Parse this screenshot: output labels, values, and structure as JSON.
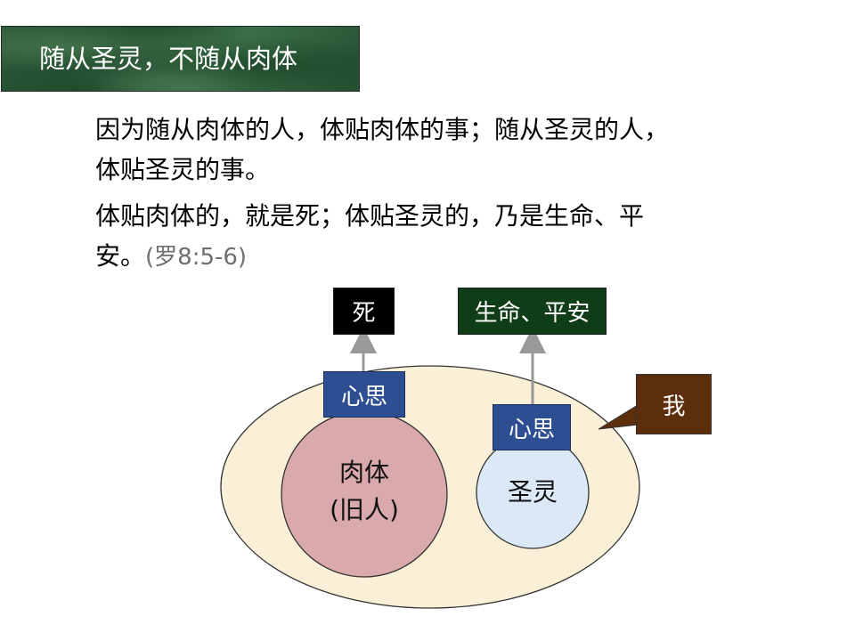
{
  "title": "随从圣灵，不随从肉体",
  "verse": {
    "line1": "因为随从肉体的人，体贴肉体的事；随从圣灵的人，",
    "line2": "体贴圣灵的事。",
    "line3": "体贴肉体的，就是死；体贴圣灵的，乃是生命、平",
    "line4_text": "安。",
    "line4_ref": "(罗8:5-6)"
  },
  "diagram": {
    "death_label": "死",
    "life_label": "生命、平安",
    "self_label": "我",
    "mind_left": "心思",
    "mind_right": "心思",
    "flesh_line1": "肉体",
    "flesh_line2": "(旧人)",
    "spirit_label": "圣灵",
    "colors": {
      "outer_ellipse": "#faf0d7",
      "flesh_circle": "#d9a9ab",
      "spirit_circle": "#dbe9f7",
      "mind_box": "#2d4f92",
      "death_box": "#000000",
      "life_box": "#0f3d17",
      "self_box": "#5c2e0b"
    }
  }
}
